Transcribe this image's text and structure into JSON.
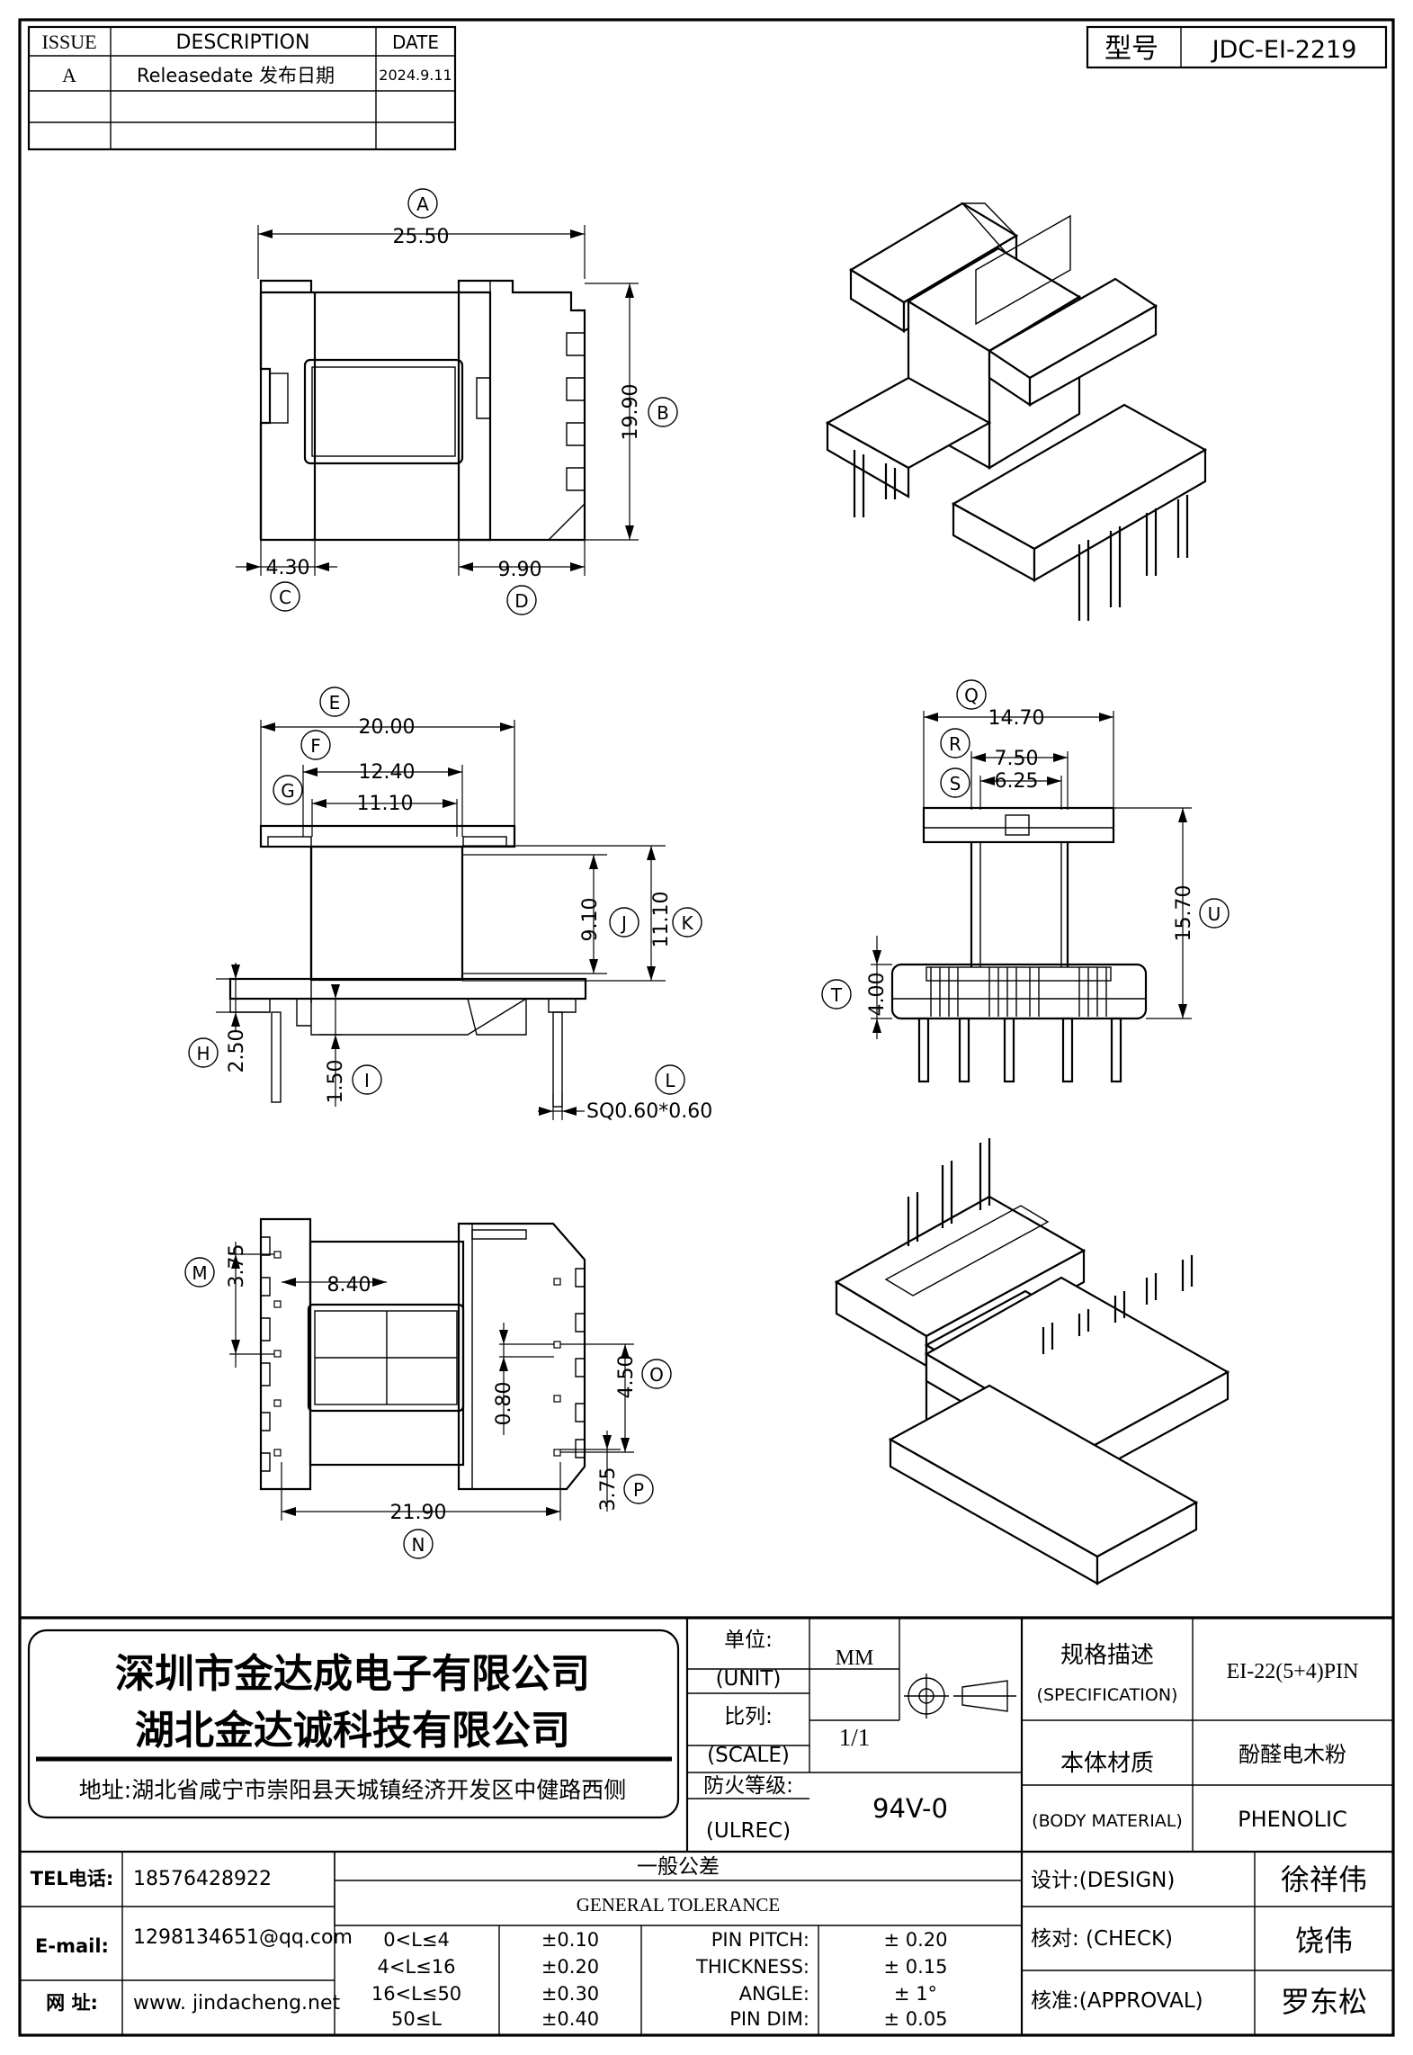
{
  "revision_table": {
    "headers": {
      "issue": "ISSUE",
      "description": "DESCRIPTION",
      "date": "DATE"
    },
    "rows": [
      {
        "issue": "A",
        "description": "Releasedate 发布日期",
        "date": "2024.9.11"
      }
    ]
  },
  "model": {
    "label": "型号",
    "value": "JDC-EI-2219"
  },
  "views": {
    "top": {
      "dims": {
        "A": "25.50",
        "B": "19.90",
        "C": "4.30",
        "D": "9.90"
      }
    },
    "front": {
      "dims": {
        "E": "20.00",
        "F": "12.40",
        "G": "11.10",
        "H": "2.50",
        "I": "1.50",
        "J": "9.10",
        "K": "11.10",
        "L": "SQ0.60*0.60"
      }
    },
    "side": {
      "dims": {
        "Q": "14.70",
        "R": "7.50",
        "S": "6.25",
        "T": "4.00",
        "U": "15.70"
      }
    },
    "bottom": {
      "dims": {
        "M": "3.75",
        "N": "21.90",
        "O": "4.50",
        "P": "3.75",
        "c1": "8.40",
        "c2": "0.80"
      }
    }
  },
  "title_block": {
    "company_1": "深圳市金达成电子有限公司",
    "company_2": "湖北金达诚科技有限公司",
    "address": "地址:湖北省咸宁市崇阳县天城镇经济开发区中健路西侧",
    "unit_label_cn": "单位:",
    "unit_label_en": "(UNIT)",
    "unit_value": "MM",
    "scale_label_cn": "比列:",
    "scale_label_en": "(SCALE)",
    "scale_value": "1/1",
    "flame_label_cn": "防火等级:",
    "flame_label_en": "(ULREC)",
    "flame_value": "94V-0",
    "spec_label_cn": "规格描述",
    "spec_label_en": "(SPECIFICATION)",
    "spec_value": "EI-22(5+4)PIN",
    "material_label_cn": "本体材质",
    "material_label_en": "(BODY MATERIAL)",
    "material_value_cn": "酚醛电木粉",
    "material_value_en": "PHENOLIC",
    "tel_label": "TEL电话:",
    "tel_value": "18576428922",
    "email_label": "E-mail:",
    "email_value": "1298134651@qq.com",
    "web_label": "网  址:",
    "web_value": "www. jindacheng.net",
    "tolerance_cn": "一般公差",
    "tolerance_en": "GENERAL  TOLERANCE",
    "tolerance_rows": [
      {
        "range": "0<L≤4",
        "tol": "±0.10",
        "param": "PIN PITCH:",
        "pval": "±  0.20"
      },
      {
        "range": "4<L≤16",
        "tol": "±0.20",
        "param": "THICKNESS:",
        "pval": "±  0.15"
      },
      {
        "range": "16<L≤50",
        "tol": "±0.30",
        "param": "ANGLE:",
        "pval": "±  1°"
      },
      {
        "range": "50≤L",
        "tol": "±0.40",
        "param": "PIN DIM:",
        "pval": "±  0.05"
      }
    ],
    "design_label": "设计:(DESIGN)",
    "design_name": "徐祥伟",
    "check_label": "核对: (CHECK)",
    "check_name": "饶伟",
    "approval_label": "核准:(APPROVAL)",
    "approval_name": "罗东松"
  }
}
